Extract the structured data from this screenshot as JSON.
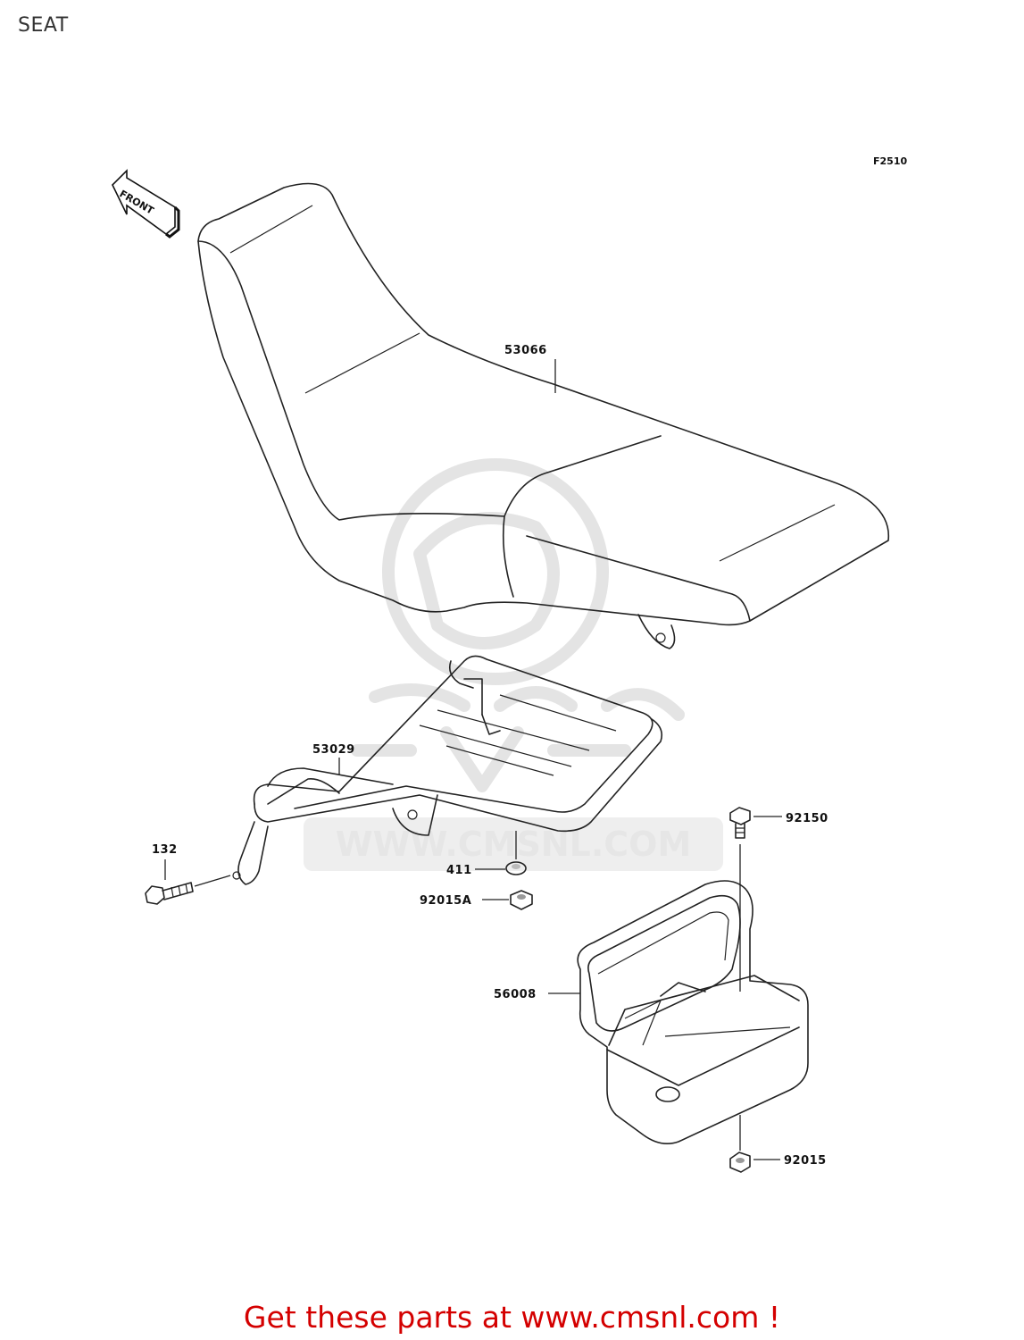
{
  "header": {
    "title": "SEAT"
  },
  "diagram": {
    "figure_code": "F2510",
    "direction_label": "FRONT",
    "watermark_url": "WWW.CMSNL.COM",
    "parts": {
      "seat": "53066",
      "carrier": "53029",
      "bolt_132": "132",
      "collar": "411",
      "nut_a": "92015A",
      "bolt_92150": "92150",
      "box": "56008",
      "nut": "92015"
    }
  },
  "footer": {
    "cta": "Get these parts at www.cmsnl.com !"
  },
  "colors": {
    "footer_text": "#d40000",
    "line": "#222222",
    "watermark": "#e4e4e4"
  }
}
